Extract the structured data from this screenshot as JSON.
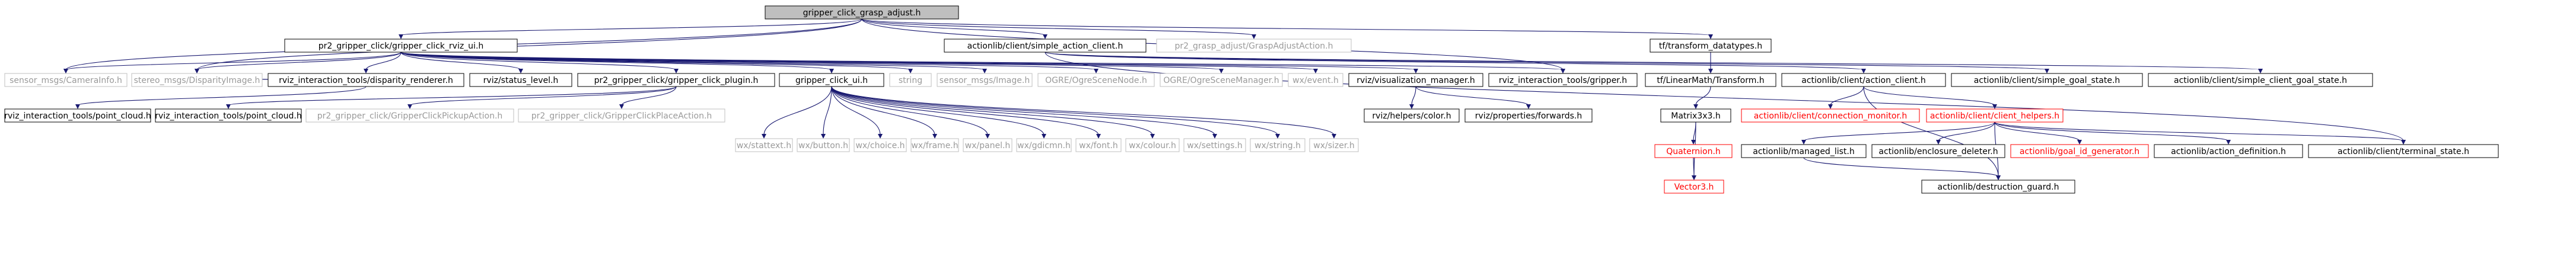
{
  "graph": {
    "colors": {
      "edge": "#191970",
      "node_border_solid": "#000000",
      "node_border_light": "#bfbfbf",
      "node_border_red": "#ff0000",
      "root_fill": "#bfbfbf",
      "text": "#000000",
      "text_light": "#9a9a9a",
      "text_red": "#ff0000"
    },
    "nodes": [
      {
        "id": "root",
        "label": "gripper_click_grasp_adjust.h",
        "style": "root"
      },
      {
        "id": "rvizui",
        "label": "pr2_gripper_click/gripper_click_rviz_ui.h",
        "style": "solid"
      },
      {
        "id": "tfdt",
        "label": "tf/transform_datatypes.h",
        "style": "solid"
      },
      {
        "id": "sac",
        "label": "actionlib/client/simple_action_client.h",
        "style": "solid"
      },
      {
        "id": "gaa",
        "label": "pr2_grasp_adjust/GraspAdjustAction.h",
        "style": "light"
      },
      {
        "id": "caminfo",
        "label": "sensor_msgs/CameraInfo.h",
        "style": "light"
      },
      {
        "id": "stereo",
        "label": "stereo_msgs/DisparityImage.h",
        "style": "light"
      },
      {
        "id": "disp",
        "label": "rviz_interaction_tools/disparity_renderer.h",
        "style": "solid"
      },
      {
        "id": "rvizstatus",
        "label": "rviz/status_level.h",
        "style": "solid"
      },
      {
        "id": "plugin",
        "label": "pr2_gripper_click/gripper_click_plugin.h",
        "style": "solid"
      },
      {
        "id": "clickui",
        "label": "gripper_click_ui.h",
        "style": "solid"
      },
      {
        "id": "string",
        "label": "string",
        "style": "light"
      },
      {
        "id": "image",
        "label": "sensor_msgs/Image.h",
        "style": "light"
      },
      {
        "id": "ogrenode",
        "label": "OGRE/OgreSceneNode.h",
        "style": "light"
      },
      {
        "id": "ogremgr",
        "label": "OGRE/OgreSceneManager.h",
        "style": "light"
      },
      {
        "id": "wxevent",
        "label": "wx/event.h",
        "style": "light"
      },
      {
        "id": "vizmgr",
        "label": "rviz/visualization_manager.h",
        "style": "solid"
      },
      {
        "id": "gripperh",
        "label": "rviz_interaction_tools/gripper.h",
        "style": "solid"
      },
      {
        "id": "linmath",
        "label": "tf/LinearMath/Transform.h",
        "style": "solid"
      },
      {
        "id": "acli",
        "label": "actionlib/client/action_client.h",
        "style": "solid"
      },
      {
        "id": "sgs",
        "label": "actionlib/client/simple_goal_state.h",
        "style": "solid"
      },
      {
        "id": "scgs",
        "label": "actionlib/client/simple_client_goal_state.h",
        "style": "solid"
      },
      {
        "id": "pc1",
        "label": "rviz_interaction_tools/point_cloud.h",
        "style": "solid"
      },
      {
        "id": "pc2",
        "label": "rviz_interaction_tools/point_cloud.h",
        "style": "solid"
      },
      {
        "id": "pick",
        "label": "pr2_gripper_click/GripperClickPickupAction.h",
        "style": "light"
      },
      {
        "id": "place",
        "label": "pr2_gripper_click/GripperClickPlaceAction.h",
        "style": "light"
      },
      {
        "id": "stattext",
        "label": "wx/stattext.h",
        "style": "light"
      },
      {
        "id": "button",
        "label": "wx/button.h",
        "style": "light"
      },
      {
        "id": "choice",
        "label": "wx/choice.h",
        "style": "light"
      },
      {
        "id": "frame",
        "label": "wx/frame.h",
        "style": "light"
      },
      {
        "id": "panel",
        "label": "wx/panel.h",
        "style": "light"
      },
      {
        "id": "gdicmn",
        "label": "wx/gdicmn.h",
        "style": "light"
      },
      {
        "id": "font",
        "label": "wx/font.h",
        "style": "light"
      },
      {
        "id": "colour",
        "label": "wx/colour.h",
        "style": "light"
      },
      {
        "id": "settings",
        "label": "wx/settings.h",
        "style": "light"
      },
      {
        "id": "wxstring",
        "label": "wx/string.h",
        "style": "light"
      },
      {
        "id": "sizer",
        "label": "wx/sizer.h",
        "style": "light"
      },
      {
        "id": "rvizcolor",
        "label": "rviz/helpers/color.h",
        "style": "solid"
      },
      {
        "id": "forwards",
        "label": "rviz/properties/forwards.h",
        "style": "solid"
      },
      {
        "id": "matrix",
        "label": "Matrix3x3.h",
        "style": "solid"
      },
      {
        "id": "connmon",
        "label": "actionlib/client/connection_monitor.h",
        "style": "red"
      },
      {
        "id": "helpers",
        "label": "actionlib/client/client_helpers.h",
        "style": "red"
      },
      {
        "id": "quat",
        "label": "Quaternion.h",
        "style": "red"
      },
      {
        "id": "vec3",
        "label": "Vector3.h",
        "style": "red"
      },
      {
        "id": "mlist",
        "label": "actionlib/managed_list.h",
        "style": "solid"
      },
      {
        "id": "enc",
        "label": "actionlib/enclosure_deleter.h",
        "style": "solid"
      },
      {
        "id": "goalid",
        "label": "actionlib/goal_id_generator.h",
        "style": "red"
      },
      {
        "id": "adef",
        "label": "actionlib/action_definition.h",
        "style": "solid"
      },
      {
        "id": "tstate",
        "label": "actionlib/client/terminal_state.h",
        "style": "solid"
      },
      {
        "id": "dguard",
        "label": "actionlib/destruction_guard.h",
        "style": "solid"
      }
    ],
    "edges": [
      [
        "root",
        "rvizui"
      ],
      [
        "root",
        "tfdt"
      ],
      [
        "root",
        "sac"
      ],
      [
        "root",
        "gaa"
      ],
      [
        "root",
        "caminfo"
      ],
      [
        "root",
        "stereo"
      ],
      [
        "root",
        "gripperh"
      ],
      [
        "rvizui",
        "caminfo"
      ],
      [
        "rvizui",
        "stereo"
      ],
      [
        "rvizui",
        "disp"
      ],
      [
        "rvizui",
        "rvizstatus"
      ],
      [
        "rvizui",
        "plugin"
      ],
      [
        "rvizui",
        "clickui"
      ],
      [
        "rvizui",
        "string"
      ],
      [
        "rvizui",
        "image"
      ],
      [
        "rvizui",
        "ogrenode"
      ],
      [
        "rvizui",
        "ogremgr"
      ],
      [
        "rvizui",
        "wxevent"
      ],
      [
        "rvizui",
        "vizmgr"
      ],
      [
        "rvizui",
        "gripperh"
      ],
      [
        "disp",
        "pc1"
      ],
      [
        "disp",
        "stereo"
      ],
      [
        "plugin",
        "pc2"
      ],
      [
        "plugin",
        "pick"
      ],
      [
        "plugin",
        "place"
      ],
      [
        "clickui",
        "stattext"
      ],
      [
        "clickui",
        "button"
      ],
      [
        "clickui",
        "choice"
      ],
      [
        "clickui",
        "frame"
      ],
      [
        "clickui",
        "panel"
      ],
      [
        "clickui",
        "gdicmn"
      ],
      [
        "clickui",
        "font"
      ],
      [
        "clickui",
        "colour"
      ],
      [
        "clickui",
        "settings"
      ],
      [
        "clickui",
        "wxstring"
      ],
      [
        "clickui",
        "sizer"
      ],
      [
        "vizmgr",
        "rvizcolor"
      ],
      [
        "vizmgr",
        "forwards"
      ],
      [
        "tfdt",
        "linmath"
      ],
      [
        "linmath",
        "matrix"
      ],
      [
        "matrix",
        "quat"
      ],
      [
        "matrix",
        "vec3"
      ],
      [
        "quat",
        "vec3"
      ],
      [
        "sac",
        "acli"
      ],
      [
        "sac",
        "sgs"
      ],
      [
        "sac",
        "scgs"
      ],
      [
        "sac",
        "tstate"
      ],
      [
        "acli",
        "connmon"
      ],
      [
        "acli",
        "helpers"
      ],
      [
        "acli",
        "dguard"
      ],
      [
        "helpers",
        "mlist"
      ],
      [
        "helpers",
        "enc"
      ],
      [
        "helpers",
        "goalid"
      ],
      [
        "helpers",
        "adef"
      ],
      [
        "helpers",
        "tstate"
      ],
      [
        "helpers",
        "dguard"
      ],
      [
        "mlist",
        "dguard"
      ]
    ]
  }
}
